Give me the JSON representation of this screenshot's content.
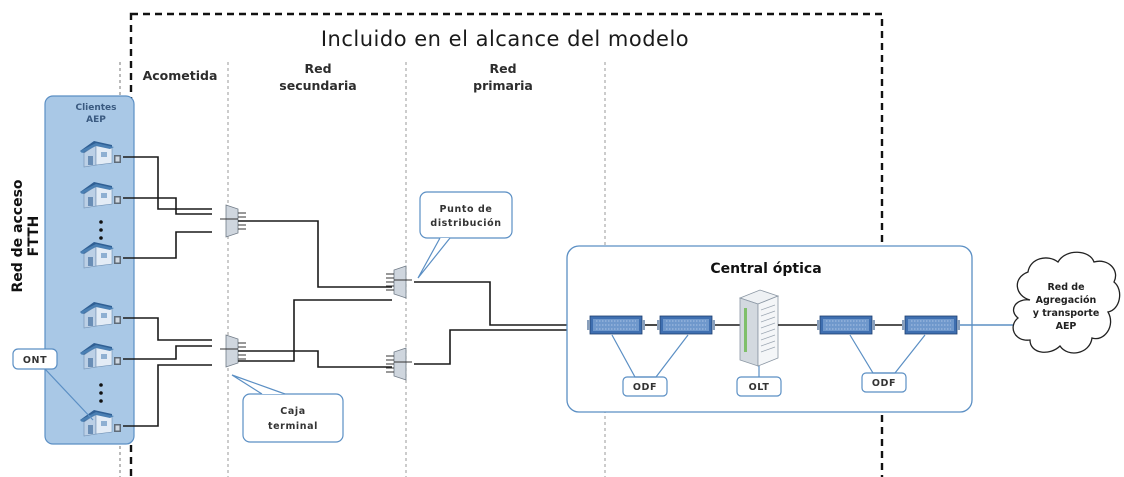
{
  "scope": {
    "title": "Incluido en el alcance del modelo"
  },
  "zones": {
    "acometida": "Acometida",
    "secundaria": [
      "Red",
      "secundaria"
    ],
    "primaria": [
      "Red",
      "primaria"
    ]
  },
  "access_network": {
    "side_label": [
      "Red de acceso",
      "FTTH"
    ],
    "clients_label": [
      "Clientes",
      "AEP"
    ],
    "ont_label": "ONT"
  },
  "callouts": {
    "distribution_point": [
      "Punto de",
      "distribución"
    ],
    "terminal_box": [
      "Caja",
      "terminal"
    ],
    "odf_left": "ODF",
    "olt": "OLT",
    "odf_right": "ODF"
  },
  "central": {
    "title": "Central óptica"
  },
  "cloud": {
    "text": [
      "Red de",
      "Agregación",
      "y transporte",
      "AEP"
    ]
  },
  "colors": {
    "access_panel": "#a9c8e6",
    "access_border": "#5b8fc4",
    "callout_border": "#5b8fc4",
    "house_roof": "#4a7fb3",
    "house_wall": "#c9d9ea",
    "odf_blue": "#3f6fb0"
  }
}
